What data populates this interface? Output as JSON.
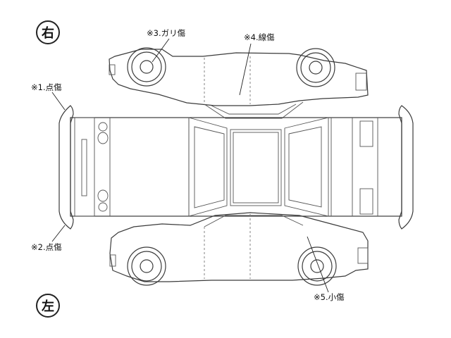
{
  "side_markers": {
    "top": "右",
    "bottom": "左"
  },
  "damage_labels": [
    {
      "id": "1",
      "text": "※1.点傷"
    },
    {
      "id": "2",
      "text": "※2.点傷"
    },
    {
      "id": "3",
      "text": "※3.ガリ傷"
    },
    {
      "id": "4",
      "text": "※4.線傷"
    },
    {
      "id": "5",
      "text": "※5.小傷"
    }
  ]
}
